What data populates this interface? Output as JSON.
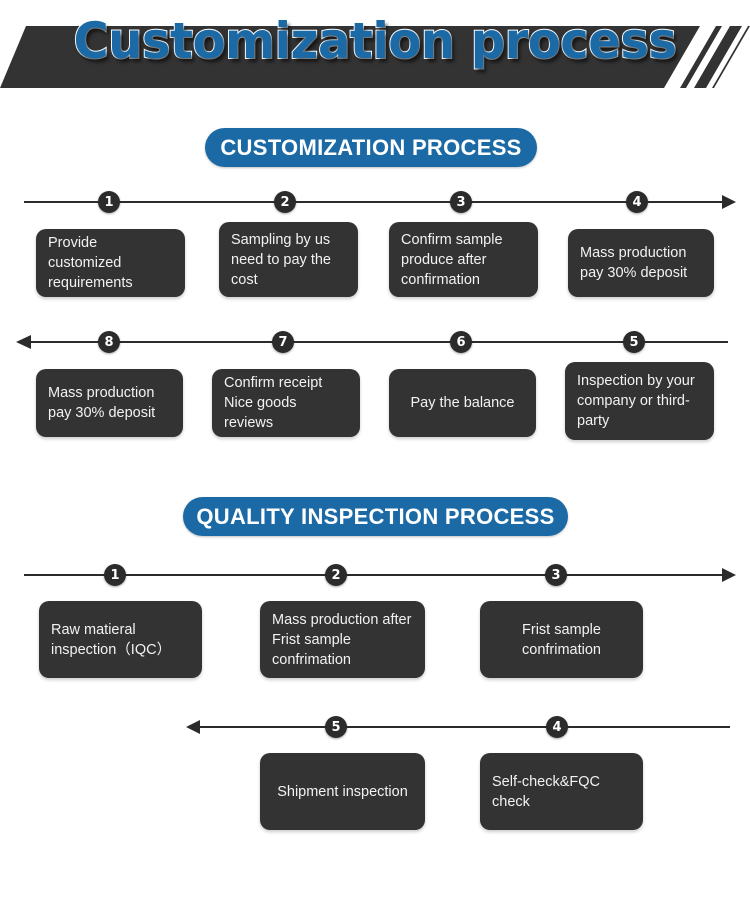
{
  "header": {
    "title": "Customization process",
    "banner_color": "#333333",
    "title_color": "#1b6aa5"
  },
  "sections": [
    {
      "id": "customization",
      "pill_label": "CUSTOMIZATION PROCESS",
      "pill_color": "#1b6aa5",
      "rows": [
        {
          "direction": "right",
          "steps": [
            {
              "number": "1",
              "text": "Provide customized requirements"
            },
            {
              "number": "2",
              "text": "Sampling by us need to pay the cost"
            },
            {
              "number": "3",
              "text": "Confirm sample produce after confirmation"
            },
            {
              "number": "4",
              "text": "Mass production pay 30% deposit"
            }
          ]
        },
        {
          "direction": "left",
          "steps": [
            {
              "number": "8",
              "text": "Mass production pay 30% deposit"
            },
            {
              "number": "7",
              "text": "Confirm receipt Nice goods reviews"
            },
            {
              "number": "6",
              "text": "Pay the balance"
            },
            {
              "number": "5",
              "text": "Inspection by your company or third-party"
            }
          ]
        }
      ]
    },
    {
      "id": "quality",
      "pill_label": "QUALITY INSPECTION PROCESS",
      "pill_color": "#1b6aa5",
      "rows": [
        {
          "direction": "right",
          "steps": [
            {
              "number": "1",
              "text": "Raw matieral inspection（IQC）"
            },
            {
              "number": "2",
              "text": "Mass production after Frist sample confrimation"
            },
            {
              "number": "3",
              "text": "Frist sample confrimation"
            }
          ]
        },
        {
          "direction": "left",
          "steps": [
            {
              "number": "5",
              "text": "Shipment inspection"
            },
            {
              "number": "4",
              "text": "Self-check&FQC check"
            }
          ]
        }
      ]
    }
  ]
}
